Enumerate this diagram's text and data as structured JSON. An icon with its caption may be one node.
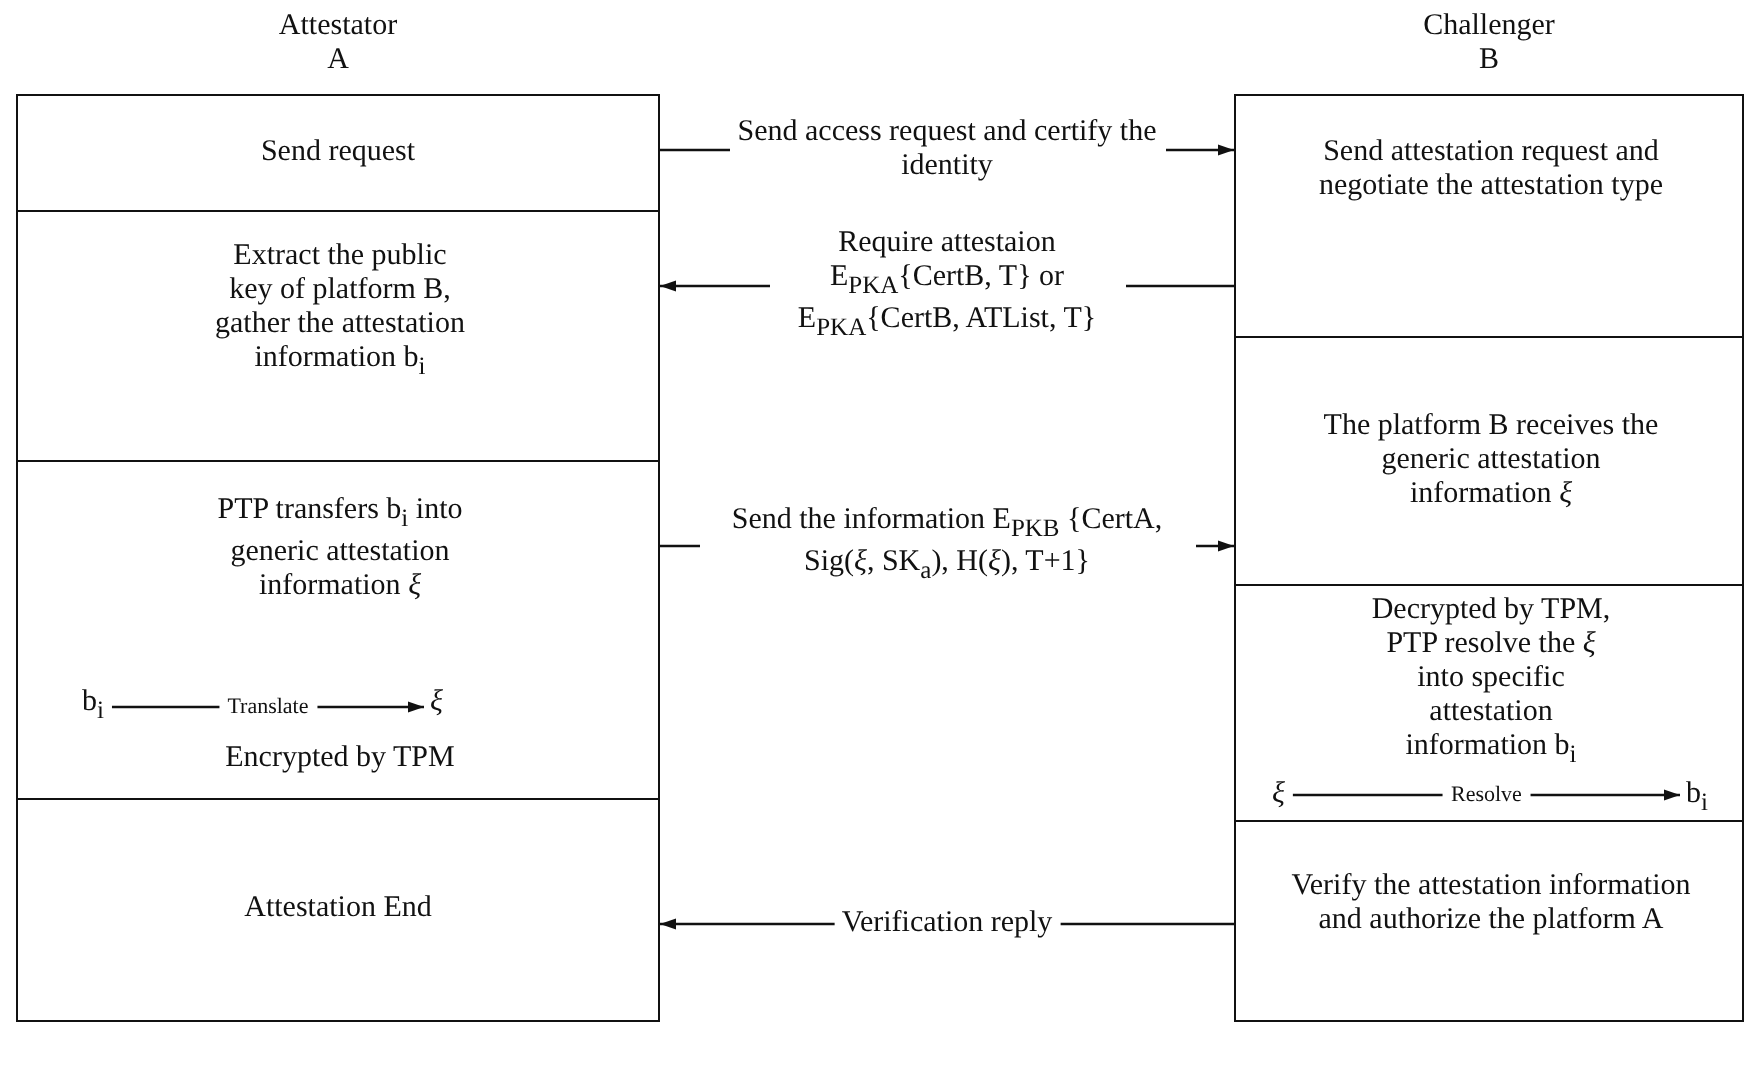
{
  "diagram": {
    "nodes": [
      {
        "text": [
          "Attestator A"
        ]
      },
      {
        "text": [
          "Send request"
        ],
        "in": 0
      },
      {
        "text": [
          "Extract the public key of platform B, gather the attestation information b$_{i}$"
        ],
        "in": 0
      },
      {
        "text": [
          "PTP transfers b$_{i}$ into generic attestation information *ξ*",
          "Encrypted by TPM"
        ],
        "in": 0
      },
      {
        "text": [
          "b$_{i}$"
        ],
        "in": 3
      },
      {
        "text": [
          "*ξ*"
        ],
        "in": 3
      },
      {
        "text": [
          "Attestation End"
        ],
        "in": 0
      },
      {
        "text": [
          "Challenger B"
        ]
      },
      {
        "text": [
          "Send attestation request and negotiate the attestation type"
        ],
        "in": 7
      },
      {
        "text": [
          "The platform B receives the generic attestation information *ξ*"
        ],
        "in": 7
      },
      {
        "text": [
          "Decrypted by TPM, PTP resolve the *ξ* into specific attestation information b$_{i}$"
        ],
        "in": 7
      },
      {
        "text": [
          "*ξ*"
        ],
        "in": 10
      },
      {
        "text": [
          "b$_{i}$"
        ],
        "in": 10
      },
      {
        "text": [
          "Verify the attestation information and authorize the platform A"
        ],
        "in": 7
      }
    ],
    "edges": [
      {
        "from": 1,
        "to": 8,
        "arrow": "to",
        "label": "Send access request and certify the identity"
      },
      {
        "from": 8,
        "to": 2,
        "arrow": "to",
        "label": "Require attestaion E$_{PKA}${CertB, T} or E$_{PKA}${CertB, ATList, T}"
      },
      {
        "from": 3,
        "to": 9,
        "arrow": "to",
        "label": "Send the information E$_{PKB}$ {CertA, Sig(*ξ*, SK$_{a}$), H(*ξ*), T+1}"
      },
      {
        "from": 4,
        "to": 5,
        "arrow": "to",
        "label": "Translate"
      },
      {
        "from": 11,
        "to": 12,
        "arrow": "to",
        "label": "Resolve"
      },
      {
        "from": 13,
        "to": 6,
        "arrow": "to",
        "label": "Verification reply"
      }
    ]
  }
}
